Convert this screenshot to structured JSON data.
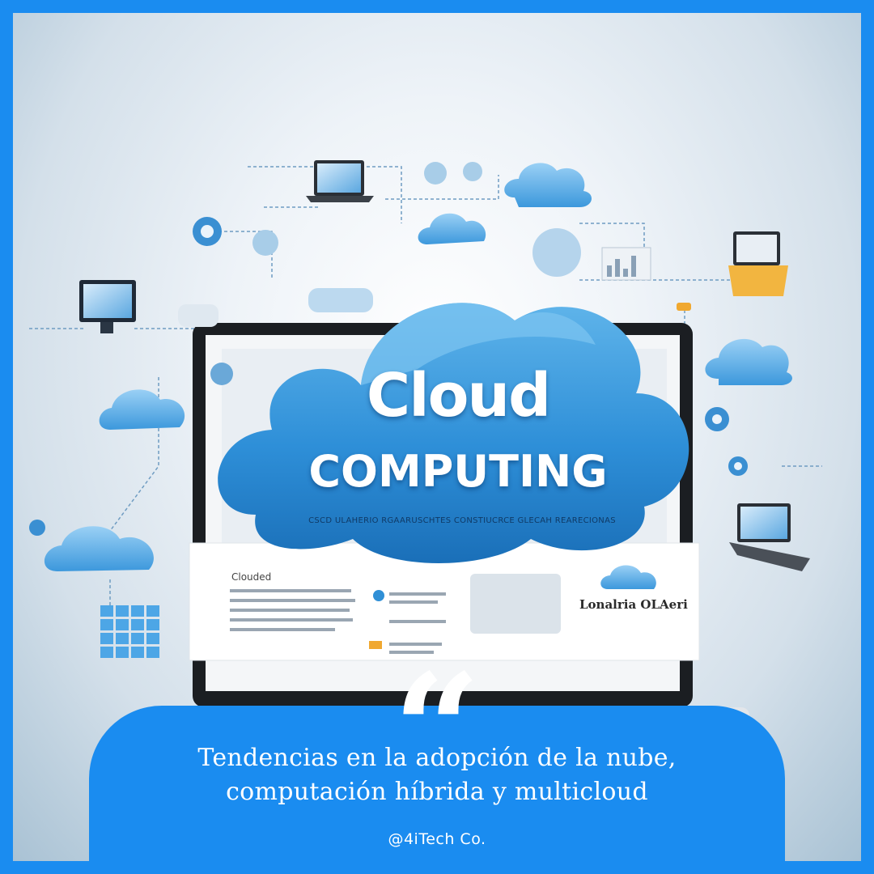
{
  "illustration": {
    "title_word": "Cloud",
    "subtitle_word": "COMPUTING",
    "tagline": "CSCD ULAHERIO RGAARUSCHTES CONSTIUCRCE GLECAH REARECIONAS",
    "panel_heading": "Clouded",
    "panel_brand": "Lonalria OLAeri",
    "accent_color": "#2f8fd6",
    "icons": [
      "laptop-icon",
      "monitor-icon",
      "cloud-icon",
      "gear-icon",
      "grid-icon",
      "chat-icon"
    ]
  },
  "banner": {
    "quote_mark": "“",
    "headline_line1": "Tendencias en la adopción de la nube,",
    "headline_line2": "computación híbrida y multicloud",
    "handle": "@4iTech Co.",
    "color": "#1a8cf0"
  }
}
